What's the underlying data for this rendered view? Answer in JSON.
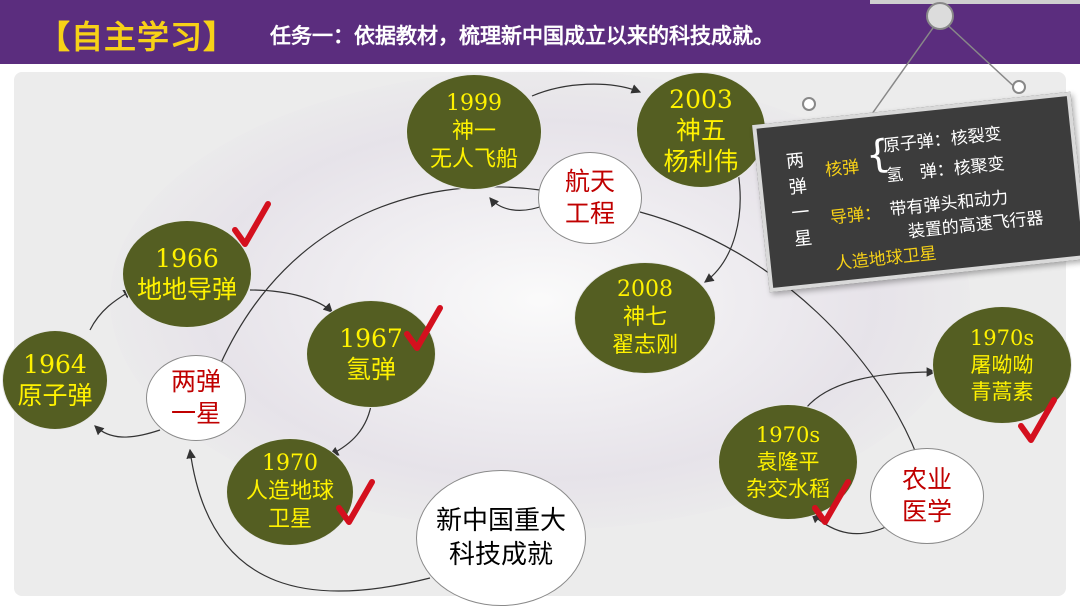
{
  "header": {
    "title": "【自主学习】",
    "task": "任务一：依据教材，梳理新中国成立以来的科技成就。"
  },
  "nodes": {
    "n1964": {
      "year": "1964",
      "name": "原子弹"
    },
    "n1966": {
      "year": "1966",
      "name": "地地导弹"
    },
    "n1967": {
      "year": "1967",
      "name": "氢弹"
    },
    "n1970": {
      "year": "1970",
      "name": "人造地球\n卫星"
    },
    "n1999": {
      "year": "1999",
      "name": "神一\n无人飞船"
    },
    "n2003": {
      "year": "2003",
      "name": "神五\n杨利伟"
    },
    "n2008": {
      "year": "2008",
      "name": "神七\n翟志刚"
    },
    "rice": {
      "year": "1970s",
      "name": "袁隆平\n杂交水稻"
    },
    "tu": {
      "year": "1970s",
      "name": "屠呦呦\n青蒿素"
    }
  },
  "categories": {
    "liangdan": "两弹\n一星",
    "hangtian": "航天\n工程",
    "nongye": "农业\n医学",
    "center": "新中国重大\n科技成就"
  },
  "card": {
    "left": "两\n弹\n一\n星",
    "hedan": "核弹",
    "yuanzidan": "原子弹：核裂变",
    "qingdan": "氢　弹：核聚变",
    "daodan": "导弹：",
    "daodan_desc1": "带有弹头和动力",
    "daodan_desc2": "装置的高速飞行器",
    "weixing": "人造地球卫星"
  },
  "colors": {
    "header": "#5b2d7e",
    "title": "#f7d117",
    "node_fill": "#545e22",
    "node_text": "#fff200",
    "category_text": "#c00000",
    "check": "#d4101e"
  }
}
